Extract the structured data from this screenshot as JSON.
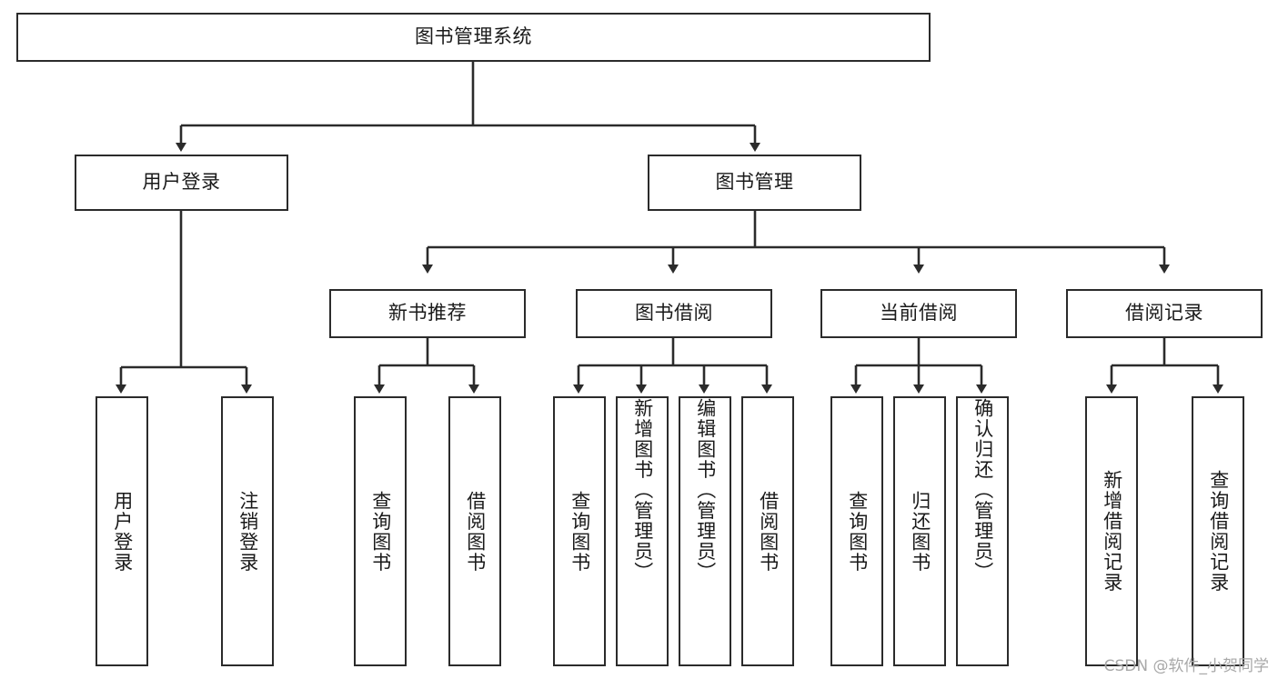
{
  "diagram": {
    "type": "tree-hierarchy-chart",
    "title": "图书管理系统",
    "line_color": "#2b2b2b",
    "box_fill": "#ffffff",
    "text_color": "#1a1a1a",
    "watermark": "CSDN @软件_小贺同学",
    "root": {
      "label": "图书管理系统"
    },
    "level2": [
      {
        "label": "用户登录"
      },
      {
        "label": "图书管理"
      }
    ],
    "level3": [
      {
        "label": "新书推荐"
      },
      {
        "label": "图书借阅"
      },
      {
        "label": "当前借阅"
      },
      {
        "label": "借阅记录"
      }
    ],
    "leaves": {
      "user_login": [
        {
          "label": "用户登录"
        },
        {
          "label": "注销登录"
        }
      ],
      "new_book_recommend": [
        {
          "label": "查询图书"
        },
        {
          "label": "借阅图书"
        }
      ],
      "book_borrow": [
        {
          "label": "查询图书"
        },
        {
          "label": "新增图书（管理员）"
        },
        {
          "label": "编辑图书（管理员）"
        },
        {
          "label": "借阅图书"
        }
      ],
      "current_borrow": [
        {
          "label": "查询图书"
        },
        {
          "label": "归还图书"
        },
        {
          "label": "确认归还（管理员）"
        }
      ],
      "borrow_record": [
        {
          "label": "新增借阅记录"
        },
        {
          "label": "查询借阅记录"
        }
      ]
    }
  }
}
